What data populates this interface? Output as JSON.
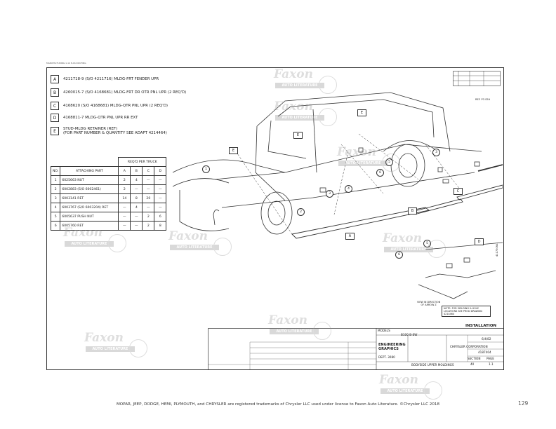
{
  "header": {
    "small_text": "MANUFACTURING 1-14   8-16 ROUTING"
  },
  "legend": [
    {
      "key": "A",
      "text": "4211718-9 (S/O 4211716) MLDG-FRT FENDER UPR"
    },
    {
      "key": "B",
      "text": "4260015-7 (S/O 4168681) MLDG-FRT DR OTR PNL UPR (2 REQ'D)"
    },
    {
      "key": "C",
      "text": "4168620 (S/O 4168681) MLDG-QTR PNL UPR (2 REQ'D)"
    },
    {
      "key": "D",
      "text": "4168811-7 MLDG-QTR PNL UPR RR EXT"
    },
    {
      "key": "E",
      "text": "STUD-MLDG RETAINER (REF)|(FOR PART NUMBER & QUANTITY SEE ADAPT 4214464)"
    }
  ],
  "attach_table": {
    "group_header": "REQ'D PER TRUCK",
    "headers": [
      "NO.",
      "ATTACHING PART",
      "A",
      "B",
      "C",
      "D"
    ],
    "rows": [
      [
        "1",
        "6025663 NUT",
        "2",
        "4",
        "—",
        "—"
      ],
      [
        "2",
        "6002883 (S/O 6002461)",
        "2",
        "—",
        "—",
        "—"
      ],
      [
        "3",
        "6003141 RET",
        "14",
        "8",
        "20",
        "—"
      ],
      [
        "4",
        "6003767 (S/O 6003204) RET",
        "—",
        "4",
        "—",
        "—"
      ],
      [
        "5",
        "6005637 PUSH NUT",
        "—",
        "—",
        "2",
        "6"
      ],
      [
        "6",
        "6005760 RET",
        "—",
        "—",
        "2",
        "8"
      ]
    ]
  },
  "rev_note": "REF. P3 S59",
  "callouts": [
    "A",
    "B",
    "C",
    "D",
    "E"
  ],
  "view_note": "VIEW IN DIRECTION|OF ARROW Z",
  "notes_box": "NOTE: FOR MOLDING & HOLE LOCATIONS SEE PROD DRAWING 4214464",
  "title_block": {
    "models_label": "MODELS",
    "models_value": "B100 B-SW",
    "installation": "INSTALLATION",
    "dept": "ENGINEERING|GRAPHICS",
    "dept_no": "DEPT. 3080",
    "description": "BODYSIDE UPPER MOLDINGS",
    "company": "CHRYSLER CORPORATION",
    "drawing_no": "4187404",
    "section": "40",
    "page": "1.1",
    "section_label": "SECTION",
    "page_label": "PAGE",
    "date": "6/4/82"
  },
  "vertical_id": "4117306A",
  "watermark": {
    "name": "Faxon",
    "sub": "AUTO LITERATURE"
  },
  "footer": "MOPAR, JEEP, DODGE, HEMI, PLYMOUTH, and CHRYSLER are registered trademarks of Chrysler LLC used under license to Faxon Auto Literature. ©Chrysler LLC 2018",
  "page_number": "129"
}
